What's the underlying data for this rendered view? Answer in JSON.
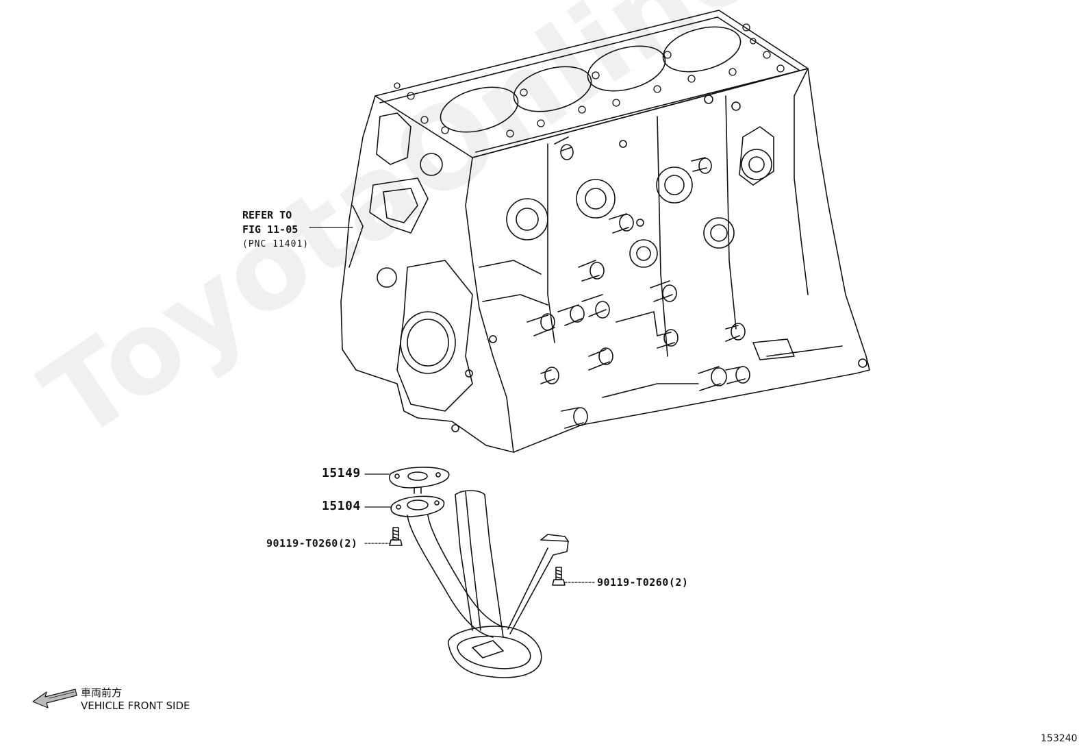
{
  "watermark": "ToyotaOnline.ru",
  "refer": {
    "line1": "REFER TO",
    "line2": "FIG 11-05",
    "line3": "(PNC 11401)"
  },
  "parts": [
    {
      "label": "15149",
      "name": "oil-strainer-gasket"
    },
    {
      "label": "15104",
      "name": "oil-strainer-sub-assy"
    },
    {
      "label": "90119-T0260(2)",
      "name": "bolt-left"
    },
    {
      "label": "90119-T0260(2)",
      "name": "bolt-right"
    }
  ],
  "front_direction": {
    "japanese": "車両前方",
    "english": "VEHICLE FRONT SIDE"
  },
  "figure_number": "153240"
}
